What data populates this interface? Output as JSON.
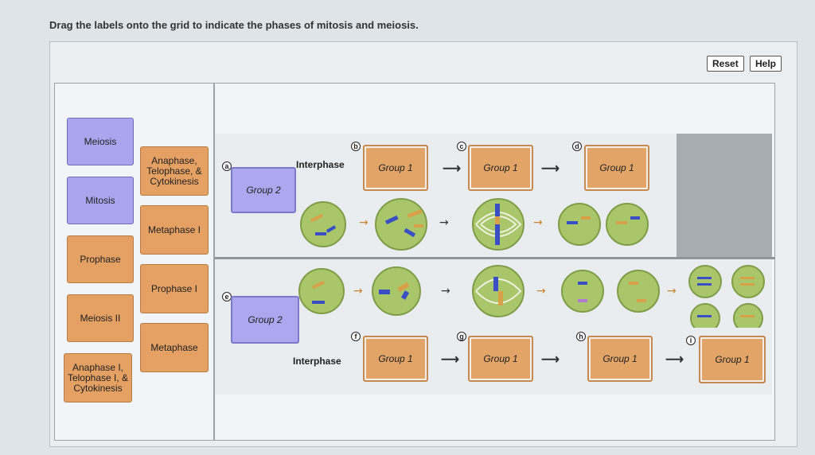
{
  "instruction": "Drag the labels onto the grid to indicate the phases of mitosis and meiosis.",
  "toolbar": {
    "reset_label": "Reset",
    "help_label": "Help"
  },
  "labels": {
    "meiosis": "Meiosis",
    "mitosis": "Mitosis",
    "prophase": "Prophase",
    "meiosis_ii": "Meiosis II",
    "anaphase_i": [
      "Anaphase I,",
      "Telophase I, &",
      "Cytokinesis"
    ],
    "anaphase_tc": [
      "Anaphase,",
      "Telophase, &",
      "Cytokinesis"
    ],
    "metaphase_i": "Metaphase I",
    "prophase_i": "Prophase I",
    "metaphase": "Metaphase"
  },
  "grid": {
    "interphase_top": "Interphase",
    "interphase_bottom": "Interphase",
    "group1": "Group 1",
    "group2": "Group 2",
    "markers": [
      "a",
      "b",
      "c",
      "d",
      "e",
      "f",
      "g",
      "h",
      "i"
    ]
  },
  "colors": {
    "purple_label": "#a9a6ee",
    "orange_label": "#e5a063",
    "cell_green": "#a9c66a"
  }
}
